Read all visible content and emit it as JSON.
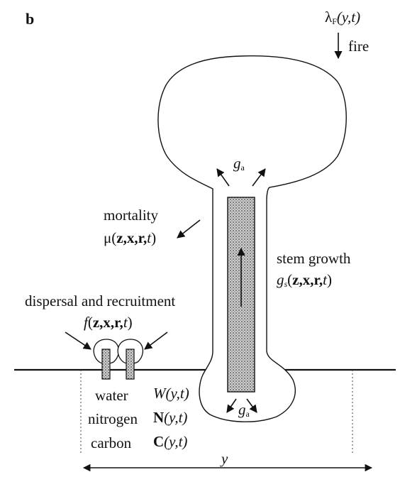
{
  "panel_letter": "b",
  "fire": {
    "symbol": "λ",
    "subscript": "F",
    "args": "(y,t)",
    "word": "fire"
  },
  "canopy_growth": {
    "symbol": "g",
    "subscript": "a"
  },
  "root_growth": {
    "symbol": "g",
    "subscript": "a"
  },
  "mortality": {
    "word": "mortality",
    "symbol": "μ",
    "args_open": "(",
    "args_bold": "z,x,r,",
    "args_it": "t",
    "args_close": ")"
  },
  "stem_growth": {
    "word": "stem growth",
    "symbol": "g",
    "subscript": "s",
    "args_open": "(",
    "args_bold": "z,x,r,",
    "args_it": "t",
    "args_close": ")"
  },
  "dispersal": {
    "word": "dispersal and recruitment",
    "symbol": "f",
    "args_open": "(",
    "args_bold": "z,x,r,",
    "args_it": "t",
    "args_close": ")"
  },
  "resources": {
    "water_word": "water",
    "water_symbol": "W",
    "water_args": "(y,t)",
    "nitrogen_word": "nitrogen",
    "nitrogen_symbol": "N",
    "nitrogen_args": "(y,t)",
    "carbon_word": "carbon",
    "carbon_symbol": "C",
    "carbon_args": "(y,t)"
  },
  "spatial_axis": {
    "symbol": "y"
  },
  "colors": {
    "ink": "#111111",
    "stem_fill": "#9a9a9a",
    "background": "#ffffff"
  }
}
